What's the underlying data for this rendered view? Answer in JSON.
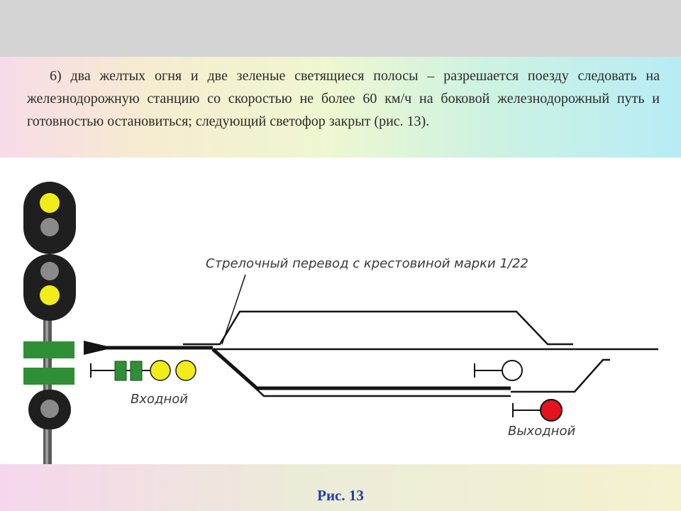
{
  "slide": {
    "paragraph": "6) два желтых огня и две зеленые светящиеся полосы – разрешается поезду следовать на железнодорожную станцию со скоростью не более 60 км/ч на боковой железнодорожный путь и готовностью остановиться; следующий светофор закрыт (рис. 13).",
    "caption": "Рис. 13"
  },
  "diagram": {
    "labels": {
      "switch": "Стрелочный перевод с крестовиной марки 1/22",
      "entry": "Входной",
      "exit": "Выходной"
    },
    "colors": {
      "yellow": "#f2ec1a",
      "green": "#2f8f36",
      "red": "#e3141e",
      "dark": "#1f1f1f",
      "unlit": "#8a8a8a",
      "rail": "#141414"
    }
  }
}
